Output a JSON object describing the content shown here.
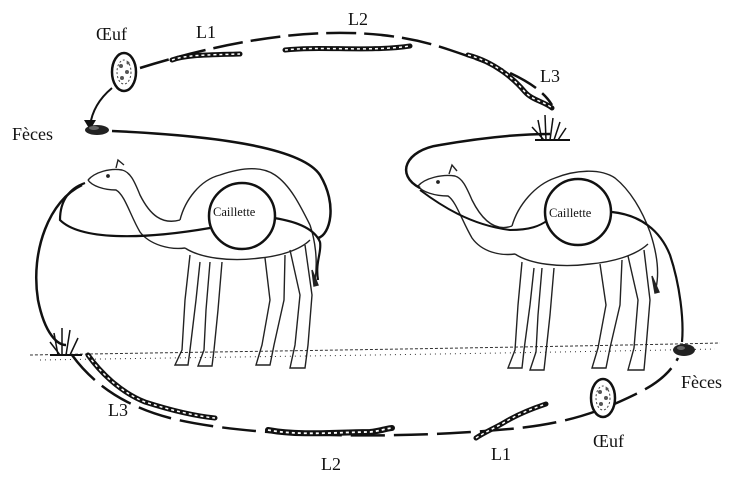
{
  "diagram": {
    "top_cycle": {
      "egg": "Œuf",
      "l1": "L1",
      "l2": "L2",
      "l3": "L3",
      "feces": "Fèces"
    },
    "bottom_cycle": {
      "egg": "Œuf",
      "l1": "L1",
      "l2": "L2",
      "l3": "L3",
      "feces": "Fèces"
    },
    "left_camel": {
      "organ_label": "Caillette"
    },
    "right_camel": {
      "organ_label": "Caillette"
    },
    "colors": {
      "ink": "#111111",
      "background": "#ffffff"
    }
  }
}
